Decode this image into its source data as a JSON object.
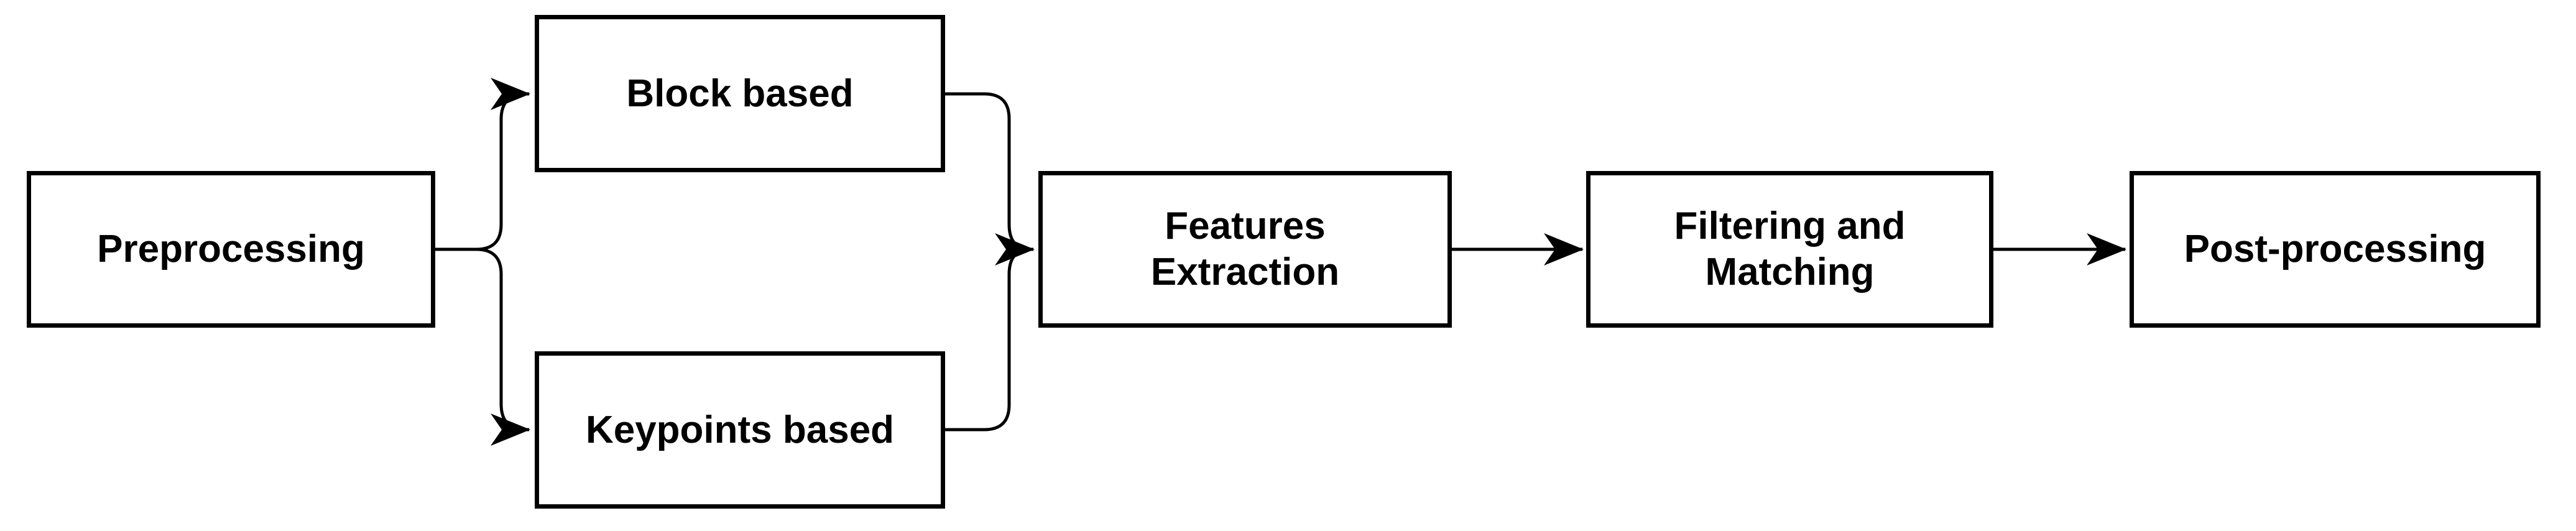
{
  "diagram": {
    "type": "flowchart",
    "background_color": "#ffffff",
    "line_color": "#000000",
    "text_color": "#000000"
  },
  "nodes": {
    "preprocessing": {
      "label": "Preprocessing",
      "lines": [
        "Preprocessing"
      ]
    },
    "block_based": {
      "label": "Block based",
      "lines": [
        "Block based"
      ]
    },
    "keypoints_based": {
      "label": "Keypoints based",
      "lines": [
        "Keypoints based"
      ]
    },
    "features_extraction": {
      "label": "Features Extraction",
      "lines": [
        "Features",
        "Extraction"
      ]
    },
    "filtering_matching": {
      "label": "Filtering and Matching",
      "lines": [
        "Filtering and",
        "Matching"
      ]
    },
    "post_processing": {
      "label": "Post-processing",
      "lines": [
        "Post-processing"
      ]
    }
  },
  "connections": [
    {
      "from": "Preprocessing",
      "to": "Block based"
    },
    {
      "from": "Preprocessing",
      "to": "Keypoints based"
    },
    {
      "from": "Block based",
      "to": "Features Extraction"
    },
    {
      "from": "Keypoints based",
      "to": "Features Extraction"
    },
    {
      "from": "Features Extraction",
      "to": "Filtering and Matching"
    },
    {
      "from": "Filtering and Matching",
      "to": "Post-processing"
    }
  ]
}
